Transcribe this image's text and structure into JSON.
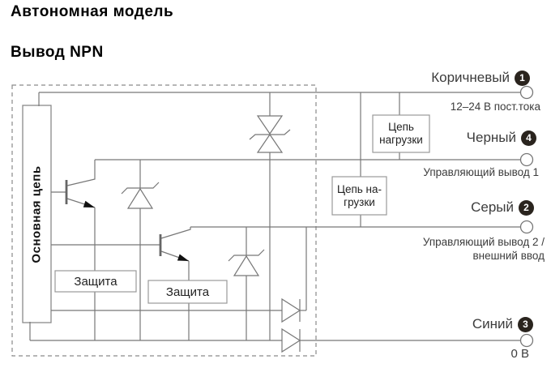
{
  "page": {
    "title": "Автономная модель",
    "subtitle": "Вывод NPN"
  },
  "diagram": {
    "internal_blocks": {
      "main_circuit": {
        "label": "Основная цепь"
      },
      "protection_1": {
        "label": "Защита"
      },
      "protection_2": {
        "label": "Защита"
      }
    },
    "external_blocks": {
      "load_circuit_1": {
        "line1": "Цепь",
        "line2": "нагрузки"
      },
      "load_circuit_2": {
        "line1": "Цепь на-",
        "line2": "грузки"
      }
    },
    "wires": {
      "brown": {
        "label": "Коричневый",
        "pin": "1",
        "description": "12–24 В пост.тока"
      },
      "black": {
        "label": "Черный",
        "pin": "4",
        "description": "Управляющий вывод 1"
      },
      "gray": {
        "label": "Серый",
        "pin": "2",
        "description": "Управляющий вывод 2 /",
        "description_line2": "внешний ввод"
      },
      "blue": {
        "label": "Синий",
        "pin": "3",
        "description": "0 В"
      }
    },
    "colors": {
      "line": "#777777",
      "box_border": "#8a8a8a",
      "badge_bg": "#2a241e",
      "badge_text": "#ffffff",
      "label_text": "#3c3c3c",
      "title_text": "#000000"
    }
  }
}
